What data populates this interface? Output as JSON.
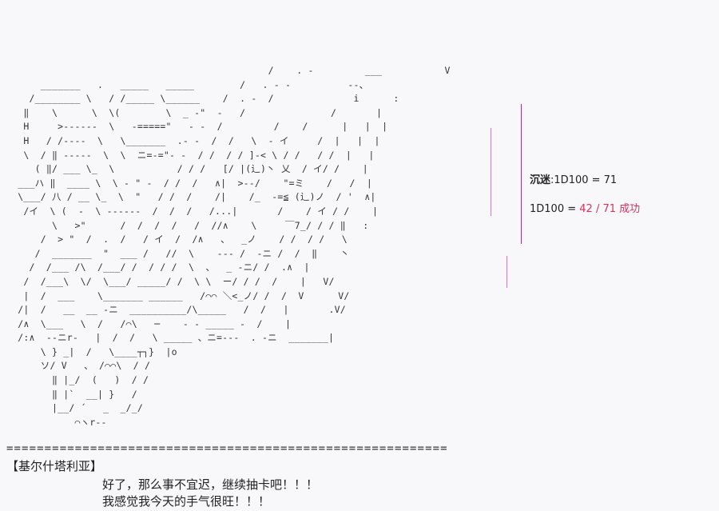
{
  "art_lines": [
    "                                              /    . -         ___           V",
    "      _______   .   _____   _____        /   . - -          --、",
    "    /________ \\   / /_____ \\______    /  . -  /              i      :",
    "   ‖    \\      \\  \\(        \\  _ -\"  -   /               /       |",
    "   H     >------  \\   -=====\"   - -  /         /    /      |   |  |",
    "   H   / /----  \\   \\_______  .- -  /  /   \\  - イ     /  |   |  |",
    "   \\  / ‖ -----  \\  \\  ニ=-=\"- -  / /  / / ]-< \\ / /   / /  |   |",
    "     ( ‖/ ___ \\_  \\           / / /   [/ |(辶)丶 乂  / イ/ /    |",
    "  ___ハ ‖  ____ \\  \\ - \" -  / /  /   ∧|  >--/    \"=ミ    /   /  |",
    "  \\___/ 八 / __ \\_  \\  \"   / /  /    /|    /_  -=≦ (辶)ノ  / '  ∧|",
    "   /イ  \\ (  -  \\ ------  /  /  /   /...|       /    / イ / /    |",
    "        \\   >\"      /  /  /  /   /  //∧    \\     ￣7_/ / / ‖   :",
    "      /  > \"  /  .  /   / イ  /  /∧   、  _ノ    / /  / /   \\",
    "     /  _______  \"  ___ /   //  \\    ‐-- /  -ニ /  /  ‖    丶",
    "    /  /___ /\\  /___/ /  / / /  \\  、  _ -ニ/ /  .∧  |",
    "   /  /___\\  \\/  \\___/ _____/ /  \\ \\  ー/ / /  /    |   V/",
    "   |  /  ___    \\_______ ______   /⌒⌒ ＼<_ノ/ /  /  V      V/",
    "  /|  /   __  __ -ニ  __________/\\_____   /  /   |       .V/",
    "  /∧  \\___   \\  /   /⌒\\   ─    ‐ - _____ -  /    |",
    "  /:∧  ‐‐ニr‐   |  /  /   \\ _____ 、ニ=---  . -ニ  _______|",
    "      \\ } _|  /   \\____┬┐}  |o",
    "      ソ/ V   、 /⌒⌒\\  / /",
    "        ‖ |_/  (   )  / /",
    "        ‖ |`  __| }   /",
    "        |__/ ´   _  _/_/",
    "            ⌒ヽr‐‐"
  ],
  "rolls": {
    "roll1": {
      "label": "沉迷",
      "sep": ":",
      "formula": "1D100 = 71"
    },
    "roll2": {
      "formula": "1D100 = ",
      "result": "42 / 71 成功"
    }
  },
  "separator": "==========================================================",
  "speaker": "【基尔什塔利亚】",
  "dialogue": [
    "好了，那么事不宜迟，继续抽卡吧！！！",
    "我感觉我今天的手气很旺！！！"
  ],
  "colors": {
    "success": "#e0305a",
    "bar": "#9b3a9b"
  }
}
